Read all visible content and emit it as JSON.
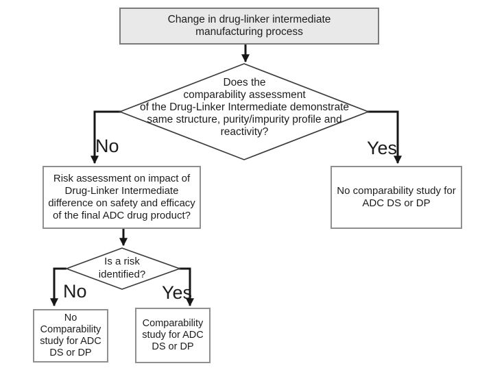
{
  "diagram": {
    "type": "flowchart",
    "colors": {
      "start_fill": "#e9e9e9",
      "start_border": "#7a7a7a",
      "box_border": "#8f8f8f",
      "diamond_stroke": "#3c3c3c",
      "line": "#161616"
    },
    "nodes": {
      "start": {
        "label": "Change in drug-linker intermediate\nmanufacturing process"
      },
      "comparability_decision": {
        "label": "Does the\ncomparability assessment\nof the Drug-Linker Intermediate demonstrate\nsame structure, purity/impurity profile and\nreactivity?"
      },
      "risk_assessment": {
        "label": "Risk assessment on impact of\nDrug-Linker Intermediate\ndifference on safety and efficacy\nof the final ADC drug product?"
      },
      "no_comparability_study": {
        "label": "No comparability study for\nADC DS or DP"
      },
      "risk_decision": {
        "label": "Is a risk\nidentified?"
      },
      "no_comparability_study_small": {
        "label": "No\nComparability\nstudy for ADC\nDS or DP"
      },
      "comparability_study": {
        "label": "Comparability\nstudy for ADC\nDS or DP"
      }
    },
    "edge_labels": {
      "comparability_no": "No",
      "comparability_yes": "Yes",
      "risk_no": "No",
      "risk_yes": "Yes"
    }
  }
}
